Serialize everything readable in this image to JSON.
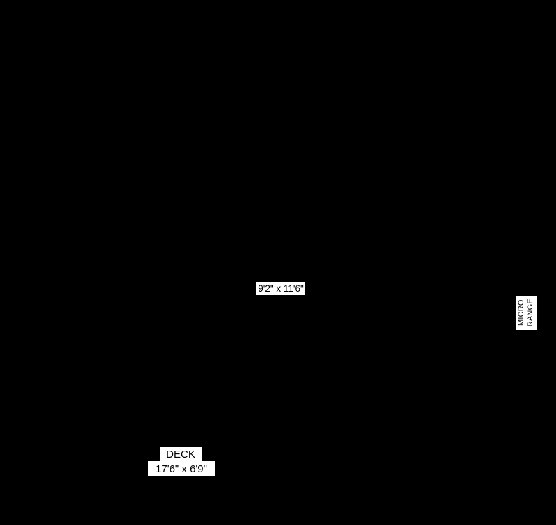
{
  "canvas": {
    "background_color": "#000000",
    "label_background_color": "#ffffff",
    "label_text_color": "#000000"
  },
  "floorplan": {
    "room_dimension_label": "9'2\" x 11'6\"",
    "micro_range_label": {
      "line1": "MICRO",
      "line2": "RANGE"
    },
    "deck": {
      "name_label": "DECK",
      "dimension_label": "17'6\" x 6'9\""
    }
  }
}
